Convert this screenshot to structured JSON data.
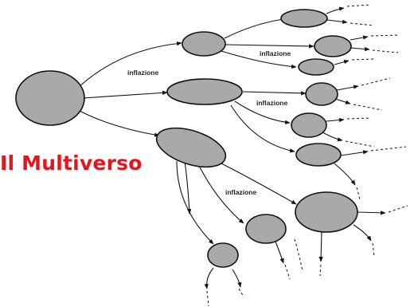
{
  "title": "Il Multiverso",
  "labels": [
    "inflazione",
    "inflazione",
    "inflazione",
    "inflazione"
  ],
  "colors": {
    "title": "#e8141b",
    "bubble_fill": "#a9a9a9",
    "stroke": "#111111"
  }
}
